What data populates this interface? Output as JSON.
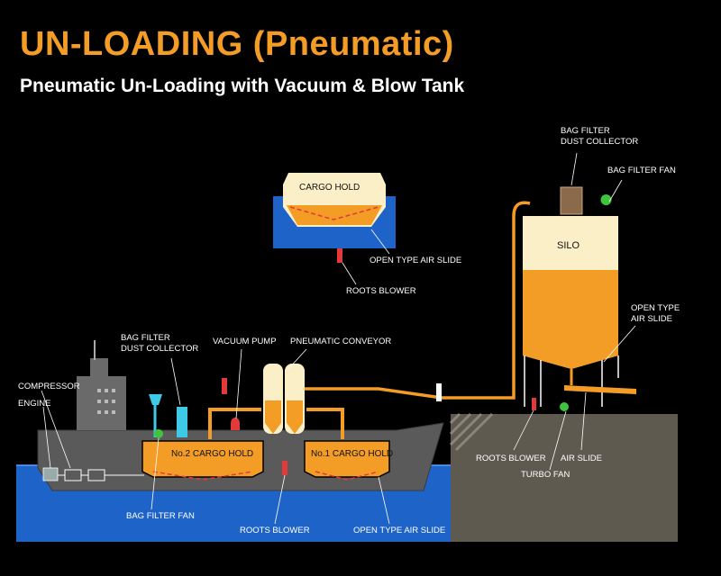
{
  "header": {
    "title": "UN-LOADING (Pneumatic)",
    "subtitle": "Pneumatic Un-Loading with Vacuum & Blow Tank"
  },
  "labels": {
    "cargo_hold_inset": "CARGO HOLD",
    "open_type_air_slide_inset": "OPEN TYPE AIR SLIDE",
    "roots_blower_inset": "ROOTS BLOWER",
    "bag_filter_dust_collector_silo_1": "BAG FILTER",
    "bag_filter_dust_collector_silo_2": "DUST COLLECTOR",
    "bag_filter_fan_silo": "BAG FILTER FAN",
    "silo": "SILO",
    "open_type_air_slide_silo_1": "OPEN TYPE",
    "open_type_air_slide_silo_2": "AIR SLIDE",
    "bag_filter_dust_collector_ship_1": "BAG FILTER",
    "bag_filter_dust_collector_ship_2": "DUST COLLECTOR",
    "vacuum_pump": "VACUUM PUMP",
    "pneumatic_conveyor": "PNEUMATIC CONVEYOR",
    "compressor": "COMPRESSOR",
    "engine": "ENGINE",
    "no2_cargo_hold": "No.2 CARGO HOLD",
    "no1_cargo_hold": "No.1 CARGO HOLD",
    "bag_filter_fan_ship": "BAG FILTER FAN",
    "roots_blower_ship": "ROOTS BLOWER",
    "open_type_air_slide_ship": "OPEN TYPE AIR SLIDE",
    "roots_blower_shore": "ROOTS BLOWER",
    "turbo_fan": "TURBO FAN",
    "air_slide": "AIR SLIDE"
  },
  "colors": {
    "title": "#f39c26",
    "cargo": "#f39c26",
    "cargo_light": "#fbefc8",
    "sea": "#1e64c8",
    "hull": "#5a5a5a",
    "shore": "#5f5a50",
    "fan_green": "#3fc43f",
    "blower_red": "#e23a3a",
    "filter_cyan": "#3ecae6"
  }
}
